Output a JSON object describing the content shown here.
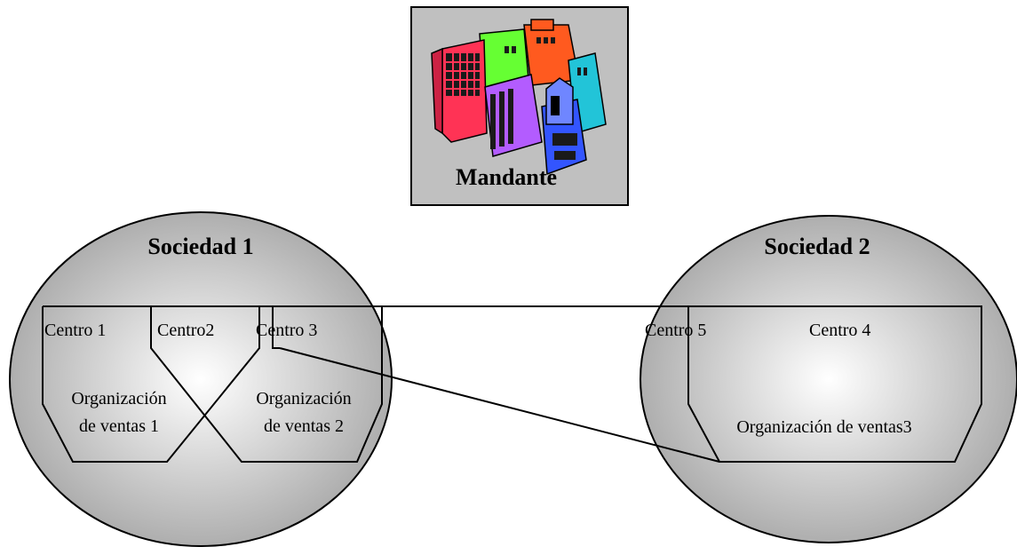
{
  "mandante": {
    "label": "Mandante",
    "icon": "office-buildings-icon"
  },
  "sociedad_1": {
    "title": "Sociedad 1",
    "centros": [
      "Centro 1",
      "Centro2",
      "Centro 3"
    ],
    "org_1": [
      "Organización",
      "de ventas 1"
    ],
    "org_2": [
      "Organización",
      "de ventas 2"
    ]
  },
  "sociedad_2": {
    "title": "Sociedad 2",
    "centros": [
      "Centro 5",
      "Centro 4"
    ],
    "org_3": "Organización de ventas3"
  },
  "colors": {
    "circle_center": "#ffffff",
    "circle_edge": "#a6a6a6",
    "mandante_box": "#c0c0c0",
    "lines": "#000000"
  }
}
